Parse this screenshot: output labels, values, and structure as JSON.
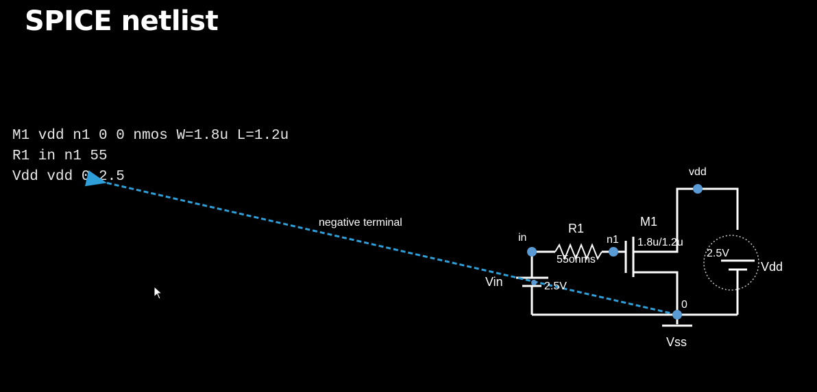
{
  "title": "SPICE netlist",
  "netlist": [
    "M1 vdd n1 0 0 nmos W=1.8u L=1.2u",
    "R1 in n1 55",
    "Vdd vdd 0 2.5"
  ],
  "annotation": "negative terminal",
  "schematic": {
    "node_vdd": "vdd",
    "node_in": "in",
    "node_n1": "n1",
    "node_0": "0",
    "resistor_name": "R1",
    "resistor_value": "55ohms",
    "mosfet_name": "M1",
    "mosfet_size": "1.8u/1.2u",
    "vdd_source_value": "2.5V",
    "vdd_source_name": "Vdd",
    "vin_source_name": "Vin",
    "vin_source_value": "2.5V",
    "ground_name": "Vss"
  },
  "colors": {
    "background": "#000000",
    "foreground": "#ffffff",
    "node_dot": "#5b9bd5",
    "annotation_arrow": "#2e9fd8"
  }
}
